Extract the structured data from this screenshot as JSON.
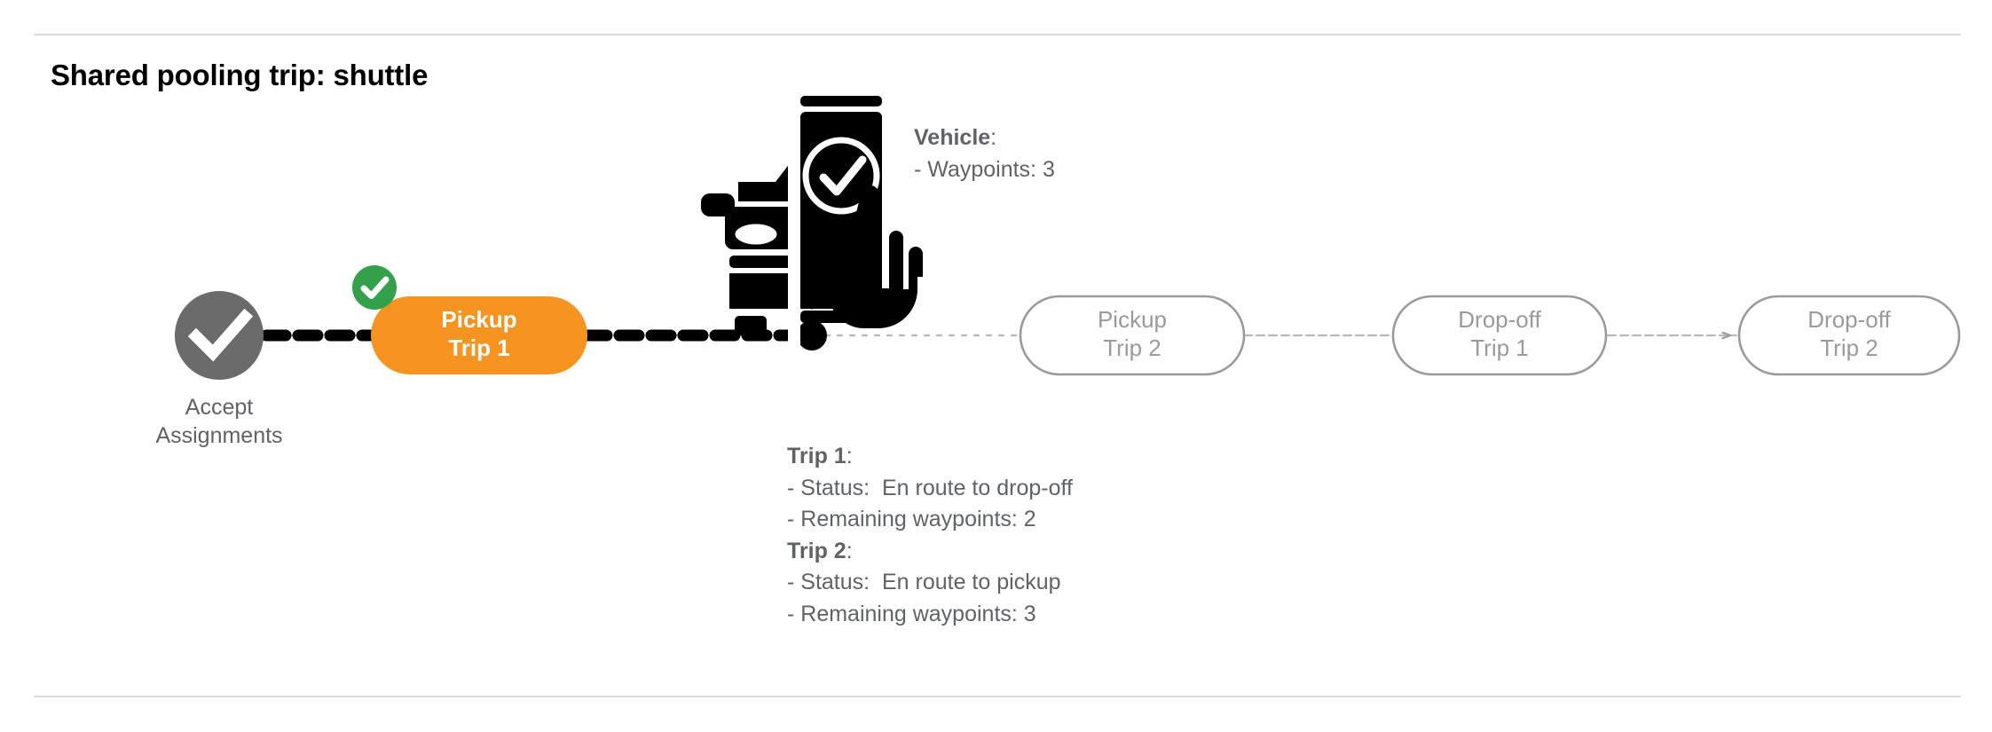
{
  "page": {
    "title": "Shared pooling trip: shuttle",
    "colors": {
      "orange": "#F59420",
      "green": "#34A04B",
      "gray_node": "#6B6B6B",
      "ghost_border": "#9a9a9a",
      "ghost_text": "#9a9a9a",
      "text_gray": "#5f6368",
      "divider": "#d9dadc",
      "black": "#000000"
    }
  },
  "timeline": {
    "nodes": [
      {
        "id": "accept-assignments",
        "type": "circle-check",
        "icon": "check-circle-icon",
        "caption": "Accept\nAssignments",
        "state": "completed"
      },
      {
        "id": "pickup-trip-1",
        "type": "pill-filled",
        "label": "Pickup\nTrip 1",
        "badge": "check-badge-icon",
        "state": "completed"
      },
      {
        "id": "vehicle-position",
        "type": "position-dot",
        "state": "current"
      },
      {
        "id": "pickup-trip-2",
        "type": "pill-outline",
        "label": "Pickup\nTrip 2",
        "state": "upcoming"
      },
      {
        "id": "drop-off-trip-1",
        "type": "pill-outline",
        "label": "Drop-off\nTrip 1",
        "state": "upcoming"
      },
      {
        "id": "drop-off-trip-2",
        "type": "pill-outline",
        "label": "Drop-off\nTrip 2",
        "state": "upcoming"
      }
    ]
  },
  "vehicle_annotation": {
    "icon": "vehicle-app-checkin-icon",
    "heading": "Vehicle",
    "heading_suffix": ":",
    "rows": [
      "- Waypoints: 3"
    ]
  },
  "trip_annotation": {
    "groups": [
      {
        "heading": "Trip 1",
        "heading_suffix": ":",
        "rows": [
          "- Status:  En route to drop-off",
          "- Remaining waypoints: 2"
        ]
      },
      {
        "heading": "Trip 2",
        "heading_suffix": ":",
        "rows": [
          "- Status:  En route to pickup",
          "- Remaining waypoints: 3"
        ]
      }
    ]
  }
}
